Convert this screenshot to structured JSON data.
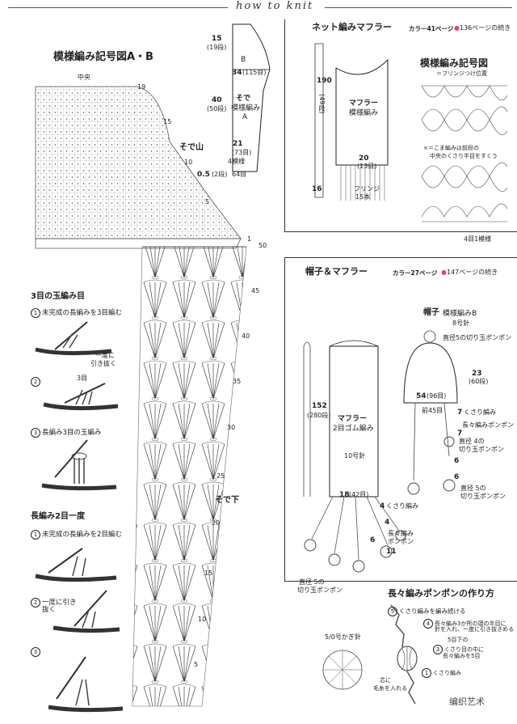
{
  "header": {
    "title": "how to knit"
  },
  "left": {
    "chart_title": "模様編み記号図A・B",
    "center": "中央",
    "shoulder": "そで山",
    "sleeve_bottom": "そで下",
    "rows_top": [
      "19",
      "15",
      "10",
      "5",
      "1"
    ],
    "rows_main": [
      "50",
      "45",
      "40",
      "35",
      "30",
      "25",
      "20",
      "15",
      "10",
      "5"
    ],
    "sleeve_schematic": {
      "top_val": "15",
      "top_rows": "(19段)",
      "b_label": "B",
      "mid_val": "34",
      "mid_rows": "(115目)",
      "v40": "40",
      "v40_rows": "(50段)",
      "part_name": "そで",
      "pattern_line1": "模様編み",
      "pattern_line2": "A",
      "v21": "21",
      "v21_rows": "(73目)",
      "inc": "4模様",
      "bottom_val": "0.5",
      "bottom_rows": "(2段)",
      "bottom_stitch": "64目"
    },
    "tech1": {
      "title": "3目の玉編み目",
      "step1": "未完成の長編みを3目編む",
      "step2_note_line1": "一度に",
      "step2_note_line2": "引き抜く",
      "step2_label": "3目",
      "step3": "長編み3目の玉編み"
    },
    "tech2": {
      "title": "長編み2目一度",
      "step1": "未完成の長編みを2目編む",
      "step2_line1": "一度に引き",
      "step2_line2": "抜く"
    }
  },
  "net_scarf": {
    "title": "ネット編みマフラー",
    "color": "カラー41ページ",
    "ref": "136ページの続き",
    "v190": "190",
    "v190_rows": "(49段)",
    "label": "マフラー",
    "pattern": "模様編み",
    "v20": "20",
    "v20_sts": "(13目)",
    "v16": "16",
    "fringe_line1": "フリンジ",
    "fringe_line2": "15本",
    "chart_title": "模様編み記号図",
    "fringe_pos": "＝フリンジつけ位置",
    "note_line1": "×＝こま編みは前段の",
    "note_line2": "中央のくさり半目をすくう",
    "repeat": "4目1模様"
  },
  "hat_scarf": {
    "title": "帽子＆マフラー",
    "color": "カラー27ページ",
    "ref": "147ページの続き",
    "hat": "帽子",
    "hat_pattern": "模様編みB",
    "hat_needle": "8号針",
    "pompom_top": "直径5の切り玉ポンポン",
    "v23": "23",
    "v23_rows": "(60段)",
    "v54": "54",
    "v54_sts": "(96目)",
    "front": "前45目",
    "v7": "7",
    "chain": "くさり編み",
    "pompom_dc": "長々編みポンポン",
    "v7b": "7",
    "pompom4_line1": "直径 4の",
    "pompom4_line2": "切り玉ポンポン",
    "v6": "6",
    "v6b": "6",
    "pompom5_line1": "直径 5の",
    "pompom5_line2": "切り玉ポンポン",
    "v152": "152",
    "v152_rows": "(280段)",
    "scarf": "マフラー",
    "scarf_pattern": "2目ゴム編み",
    "needle10": "10号針",
    "v18": "18",
    "v18_sts": "(42目)",
    "v4": "4",
    "chain2": "くさり編み",
    "v4b": "4",
    "dc_line1": "長々編み",
    "dc_line2": "ポンポン",
    "v6c": "6",
    "v11": "11",
    "pompom5b_line1": "直径 5の",
    "pompom5b_line2": "切り玉ポンポン"
  },
  "pompom_howto": {
    "title": "長々編みポンポンの作り方",
    "step5": "くさり編みを編み続ける",
    "step4_line1": "長々編み3か所の頭の半目に",
    "step4_line2": "針を入れ、一度に引き抜きめる",
    "step3_line1": "5目下の",
    "step3_line2": "くさり目の中に",
    "step3_line3": "長々編みを5目",
    "step1": "くさり編み",
    "core_line1": "芯に",
    "core_line2": "毛糸を入れる",
    "hook": "5/0号かぎ針",
    "watermark": "编织艺术"
  }
}
